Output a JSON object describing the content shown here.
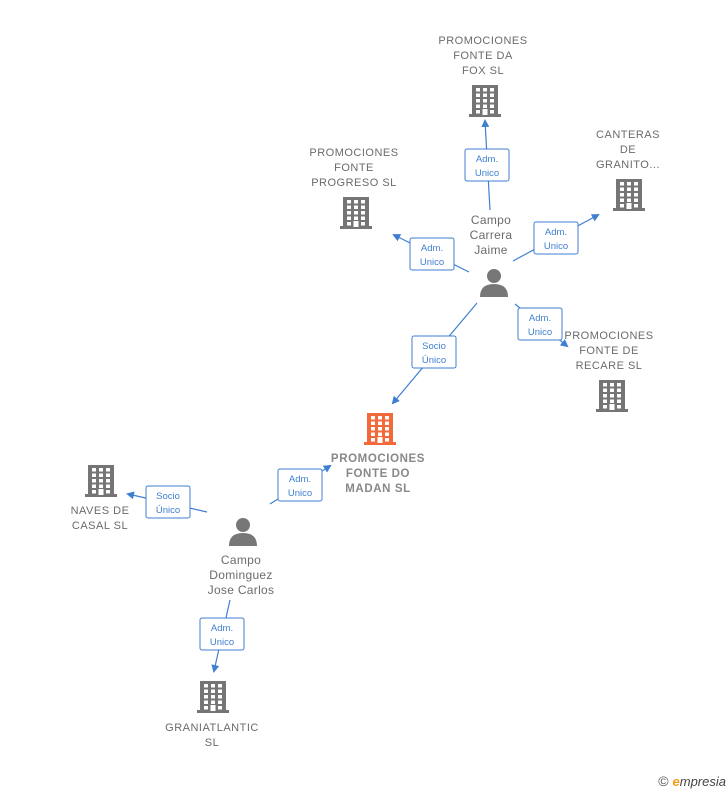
{
  "colors": {
    "edge": "#3f7fd1",
    "company": "#757575",
    "company_main": "#f26a3a",
    "person": "#777777"
  },
  "companies": [
    {
      "id": "fox",
      "lines": [
        "PROMOCIONES",
        "FONTE DA",
        "FOX  SL"
      ],
      "main": false
    },
    {
      "id": "progreso",
      "lines": [
        "PROMOCIONES",
        "FONTE",
        "PROGRESO  SL"
      ],
      "main": false
    },
    {
      "id": "canteras",
      "lines": [
        "CANTERAS",
        "DE",
        "GRANITO..."
      ],
      "main": false
    },
    {
      "id": "recare",
      "lines": [
        "PROMOCIONES",
        "FONTE DE",
        "RECARE SL"
      ],
      "main": false
    },
    {
      "id": "madan",
      "lines": [
        "PROMOCIONES",
        "FONTE DO",
        "MADAN  SL"
      ],
      "main": true
    },
    {
      "id": "naves",
      "lines": [
        "NAVES DE",
        "CASAL  SL"
      ],
      "main": false
    },
    {
      "id": "graniatlantic",
      "lines": [
        "GRANIATLANTIC",
        "SL"
      ],
      "main": false
    }
  ],
  "persons": [
    {
      "id": "jaime",
      "lines": [
        "Campo",
        "Carrera",
        "Jaime"
      ]
    },
    {
      "id": "jose",
      "lines": [
        "Campo",
        "Dominguez",
        "Jose Carlos"
      ]
    }
  ],
  "edges": [
    {
      "from": "jaime",
      "to": "fox",
      "label": [
        "Adm.",
        "Unico"
      ]
    },
    {
      "from": "jaime",
      "to": "progreso",
      "label": [
        "Adm.",
        "Unico"
      ]
    },
    {
      "from": "jaime",
      "to": "canteras",
      "label": [
        "Adm.",
        "Unico"
      ]
    },
    {
      "from": "jaime",
      "to": "recare",
      "label": [
        "Adm.",
        "Unico"
      ]
    },
    {
      "from": "jaime",
      "to": "madan",
      "label": [
        "Socio",
        "Único"
      ]
    },
    {
      "from": "jose",
      "to": "madan",
      "label": [
        "Adm.",
        "Unico"
      ]
    },
    {
      "from": "jose",
      "to": "naves",
      "label": [
        "Socio",
        "Único"
      ]
    },
    {
      "from": "jose",
      "to": "graniatlantic",
      "label": [
        "Adm.",
        "Unico"
      ]
    }
  ],
  "footer": {
    "copyright_symbol": "©",
    "brand_initial": "e",
    "brand_rest": "mpresia"
  }
}
